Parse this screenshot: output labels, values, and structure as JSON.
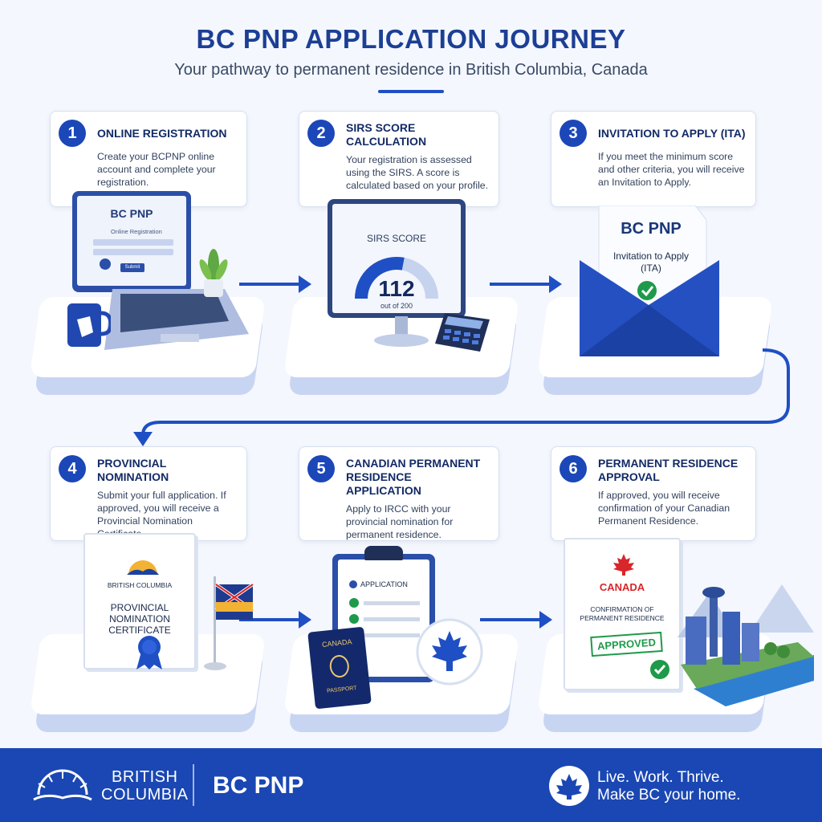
{
  "header": {
    "title": "BC PNP APPLICATION JOURNEY",
    "subtitle": "Your pathway to permanent residence in British Columbia, Canada"
  },
  "steps": [
    {
      "number": "1",
      "title": "ONLINE REGISTRATION",
      "description": "Create your BCPNP online account and complete your registration."
    },
    {
      "number": "2",
      "title": "SIRS SCORE CALCULATION",
      "description": "Your registration is assessed using the SIRS. A score is calculated based on your profile."
    },
    {
      "number": "3",
      "title": "INVITATION TO APPLY (ITA)",
      "description": "If you meet the minimum score and other criteria, you will receive an Invitation to Apply."
    },
    {
      "number": "4",
      "title": "PROVINCIAL NOMINATION",
      "description": "Submit your full application. If approved, you will receive a Provincial Nomination Certificate."
    },
    {
      "number": "5",
      "title": "CANADIAN PERMANENT RESIDENCE APPLICATION",
      "description": "Apply to IRCC with your provincial nomination for permanent residence."
    },
    {
      "number": "6",
      "title": "PERMANENT RESIDENCE APPROVAL",
      "description": "If approved, you will receive confirmation of your Canadian Permanent Residence."
    }
  ],
  "illustrations": {
    "laptop": {
      "brand": "BC PNP",
      "form_title": "Online Registration",
      "button": "Submit"
    },
    "monitor": {
      "label": "SIRS SCORE",
      "score": "112",
      "out_of": "out of 200",
      "score_value": 112,
      "score_max": 200
    },
    "envelope": {
      "brand": "BC PNP",
      "letter": "Invitation to Apply (ITA)"
    },
    "certificate": {
      "org": "BRITISH COLUMBIA",
      "title": "PROVINCIAL NOMINATION CERTIFICATE"
    },
    "clipboard": {
      "title": "APPLICATION"
    },
    "passport": {
      "country": "CANADA",
      "label": "PASSPORT"
    },
    "pr_doc": {
      "country": "CANADA",
      "title": "CONFIRMATION OF PERMANENT RESIDENCE",
      "stamp": "APPROVED"
    }
  },
  "footer": {
    "bc_line1": "BRITISH",
    "bc_line2": "COLUMBIA",
    "program": "BC PNP",
    "tagline1": "Live. Work. Thrive.",
    "tagline2": "Make BC your home."
  },
  "colors": {
    "primary": "#1b47b8",
    "navy": "#122a66",
    "green": "#1e9a4a",
    "red": "#d8262b"
  }
}
